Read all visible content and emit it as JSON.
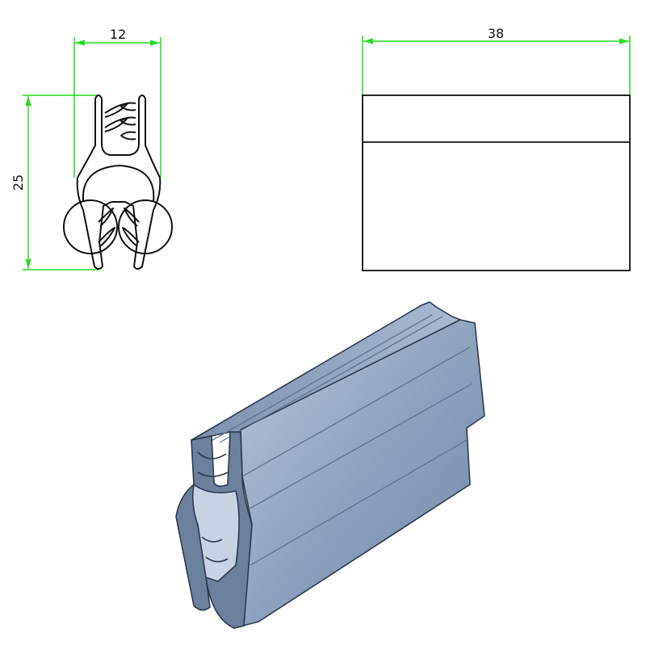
{
  "profile_view": {
    "width_dimension": "12",
    "height_dimension": "25"
  },
  "side_view": {
    "length_dimension": "38"
  },
  "colors": {
    "dimension_line": "#22dd22",
    "outline": "#111111",
    "seal_body": "#8fa3bf",
    "seal_shadow": "#3f5068"
  }
}
